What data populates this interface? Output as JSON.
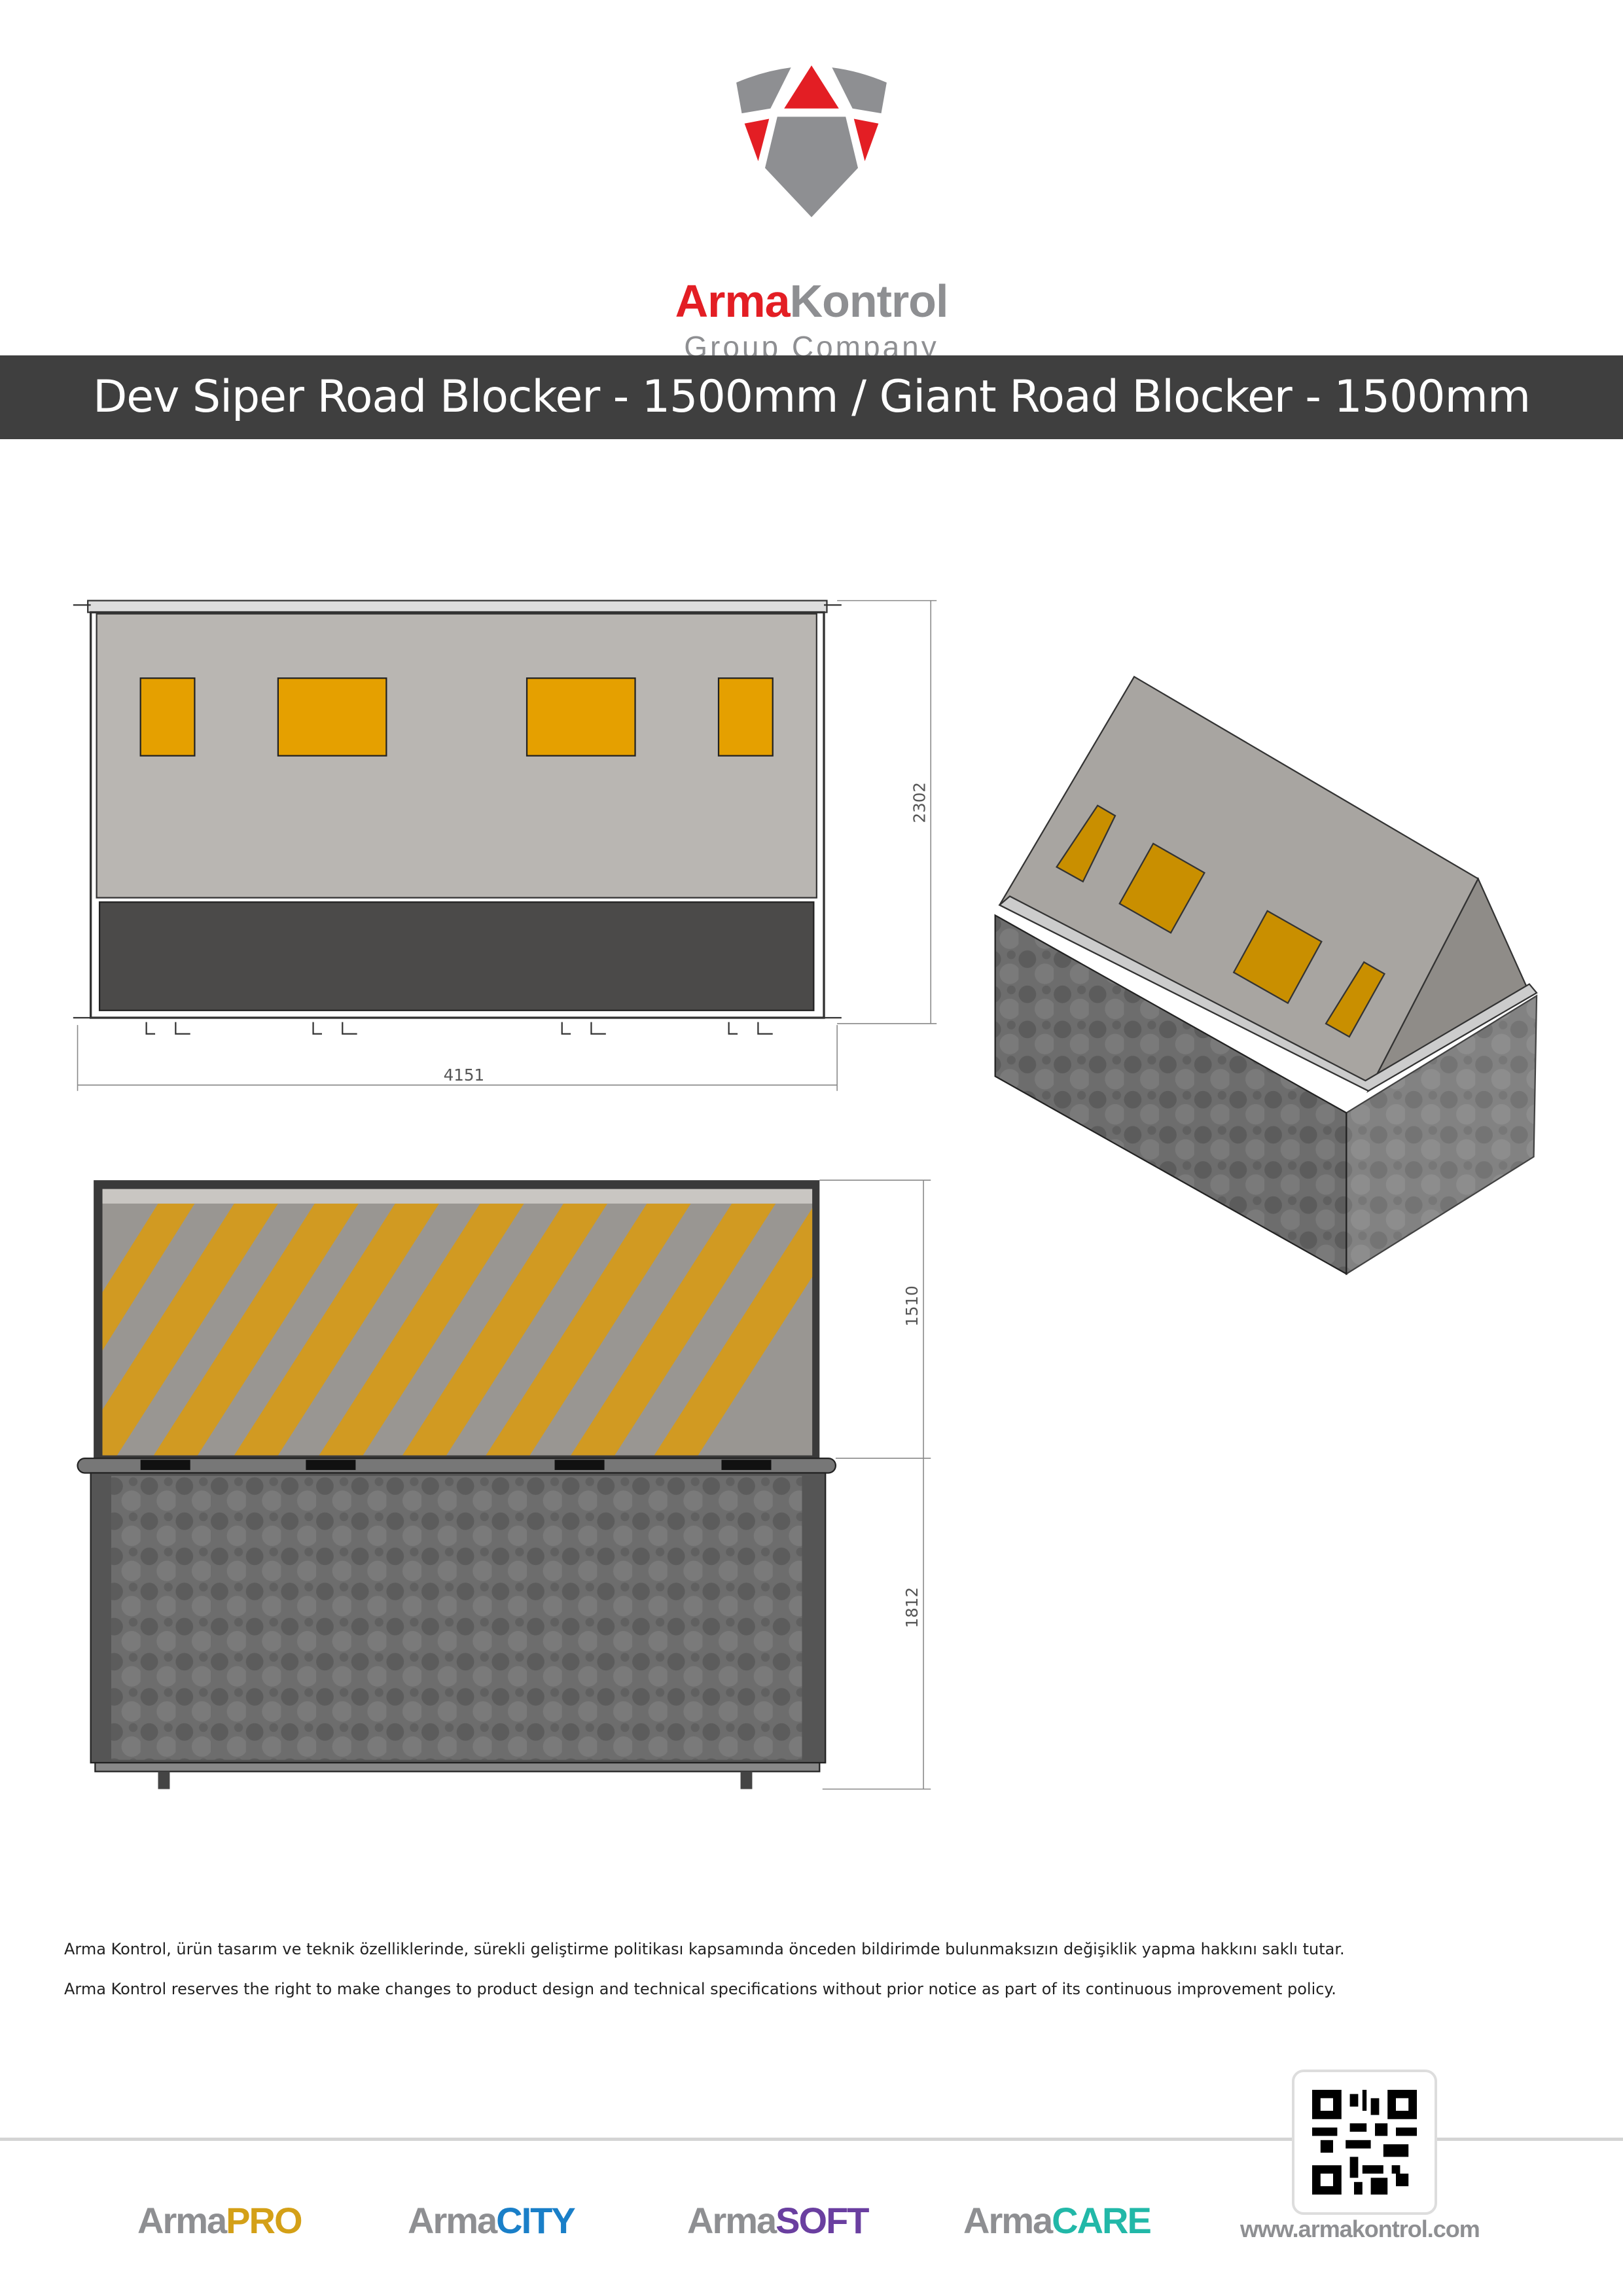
{
  "header": {
    "brand_part1": "Arma",
    "brand_part2": "Kontrol",
    "tagline": "Group Company",
    "title": "Dev Siper Road Blocker - 1500mm / Giant Road Blocker - 1500mm"
  },
  "drawings": {
    "front_height": "2302",
    "front_width": "4151",
    "side_upper_height": "1510",
    "side_lower_height": "1812"
  },
  "disclaimer": {
    "tr": "Arma Kontrol, ürün tasarım ve teknik özelliklerinde, sürekli geliştirme politikası kapsamında önceden bildirimde bulunmaksızın değişiklik yapma hakkını saklı tutar.",
    "en": "Arma Kontrol reserves the right to make changes to product design and technical specifications without prior notice as part of its continuous improvement policy."
  },
  "footer": {
    "brands": [
      {
        "prefix": "Arma",
        "suffix": "PRO",
        "color": "#d4a017"
      },
      {
        "prefix": "Arma",
        "suffix": "CITY",
        "color": "#1a7fc8"
      },
      {
        "prefix": "Arma",
        "suffix": "SOFT",
        "color": "#6a3fa0"
      },
      {
        "prefix": "Arma",
        "suffix": "CARE",
        "color": "#22b8a8"
      }
    ],
    "website": "www.armakontrol.com"
  },
  "colors": {
    "red": "#e31e24",
    "grey": "#8e8f92",
    "bar": "#3f3f3f",
    "panel": "#e5a000"
  }
}
